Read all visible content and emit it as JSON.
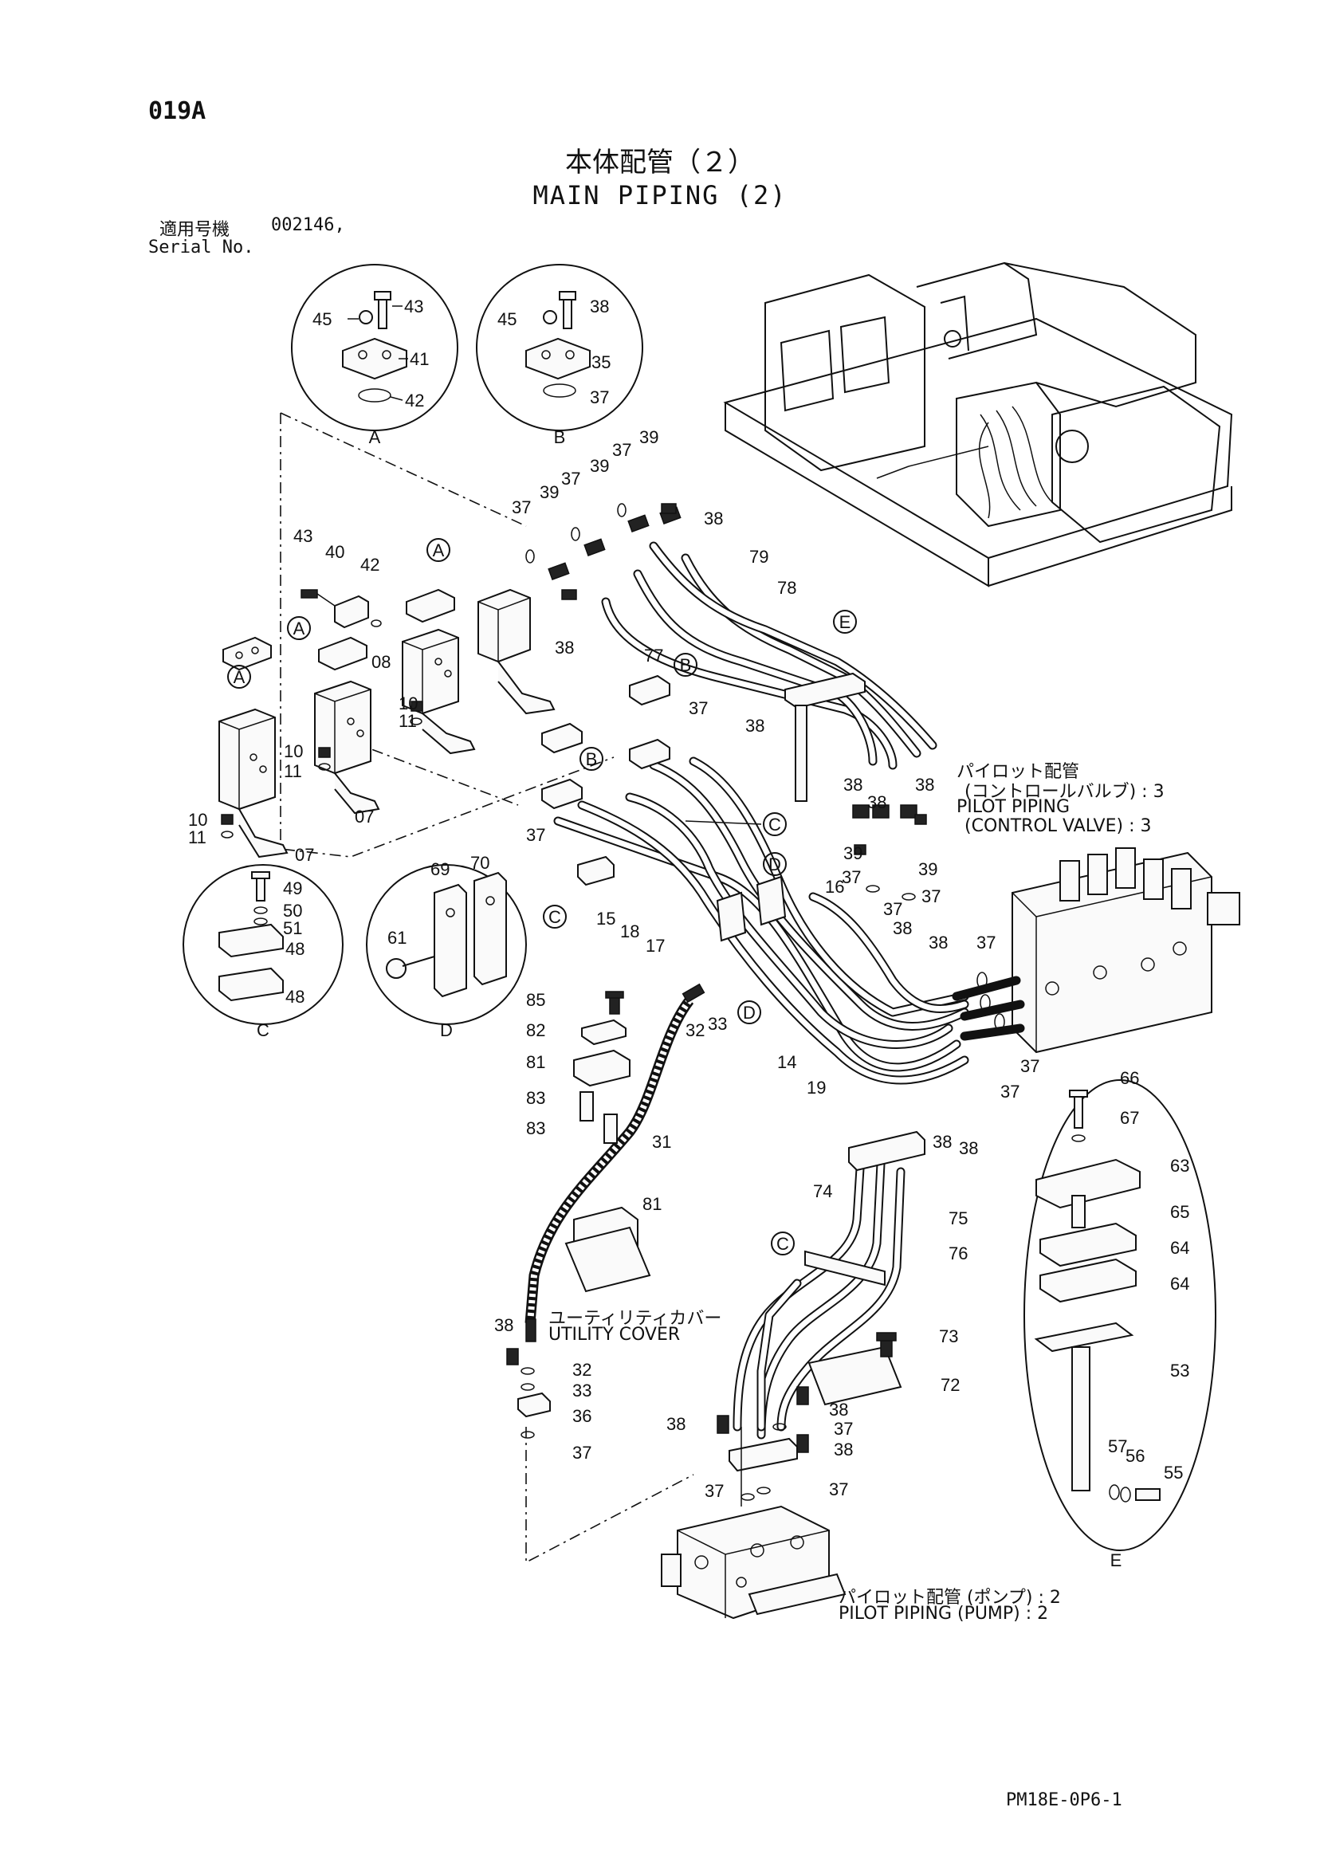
{
  "page_code": "019A",
  "title_ja": "本体配管（２）",
  "title_en": "MAIN PIPING (2)",
  "serial": {
    "label_ja": "適用号機",
    "value": "002146,",
    "label_en": "Serial No."
  },
  "notes": {
    "control_valve_ja": "パイロット配管",
    "control_valve_ja2": "(コントロールバルブ) : 3",
    "control_valve_en": "PILOT PIPING",
    "control_valve_en2": "(CONTROL VALVE) : 3",
    "utility_ja": "ユーティリティカバー",
    "utility_en": "UTILITY COVER",
    "pump_ja": "パイロット配管 (ポンプ) : 2",
    "pump_en": "PILOT PIPING (PUMP) : 2"
  },
  "detail_tags": [
    "A",
    "B",
    "C",
    "D",
    "E"
  ],
  "part_numbers": [
    "07",
    "08",
    "10",
    "11",
    "14",
    "15",
    "16",
    "17",
    "18",
    "19",
    "31",
    "32",
    "33",
    "35",
    "36",
    "37",
    "38",
    "39",
    "40",
    "41",
    "42",
    "43",
    "45",
    "48",
    "49",
    "50",
    "51",
    "53",
    "55",
    "56",
    "57",
    "61",
    "63",
    "64",
    "65",
    "66",
    "67",
    "69",
    "70",
    "72",
    "73",
    "74",
    "75",
    "76",
    "77",
    "78",
    "79",
    "81",
    "82",
    "83",
    "85"
  ],
  "footer_code": "PM18E-0P6-1"
}
